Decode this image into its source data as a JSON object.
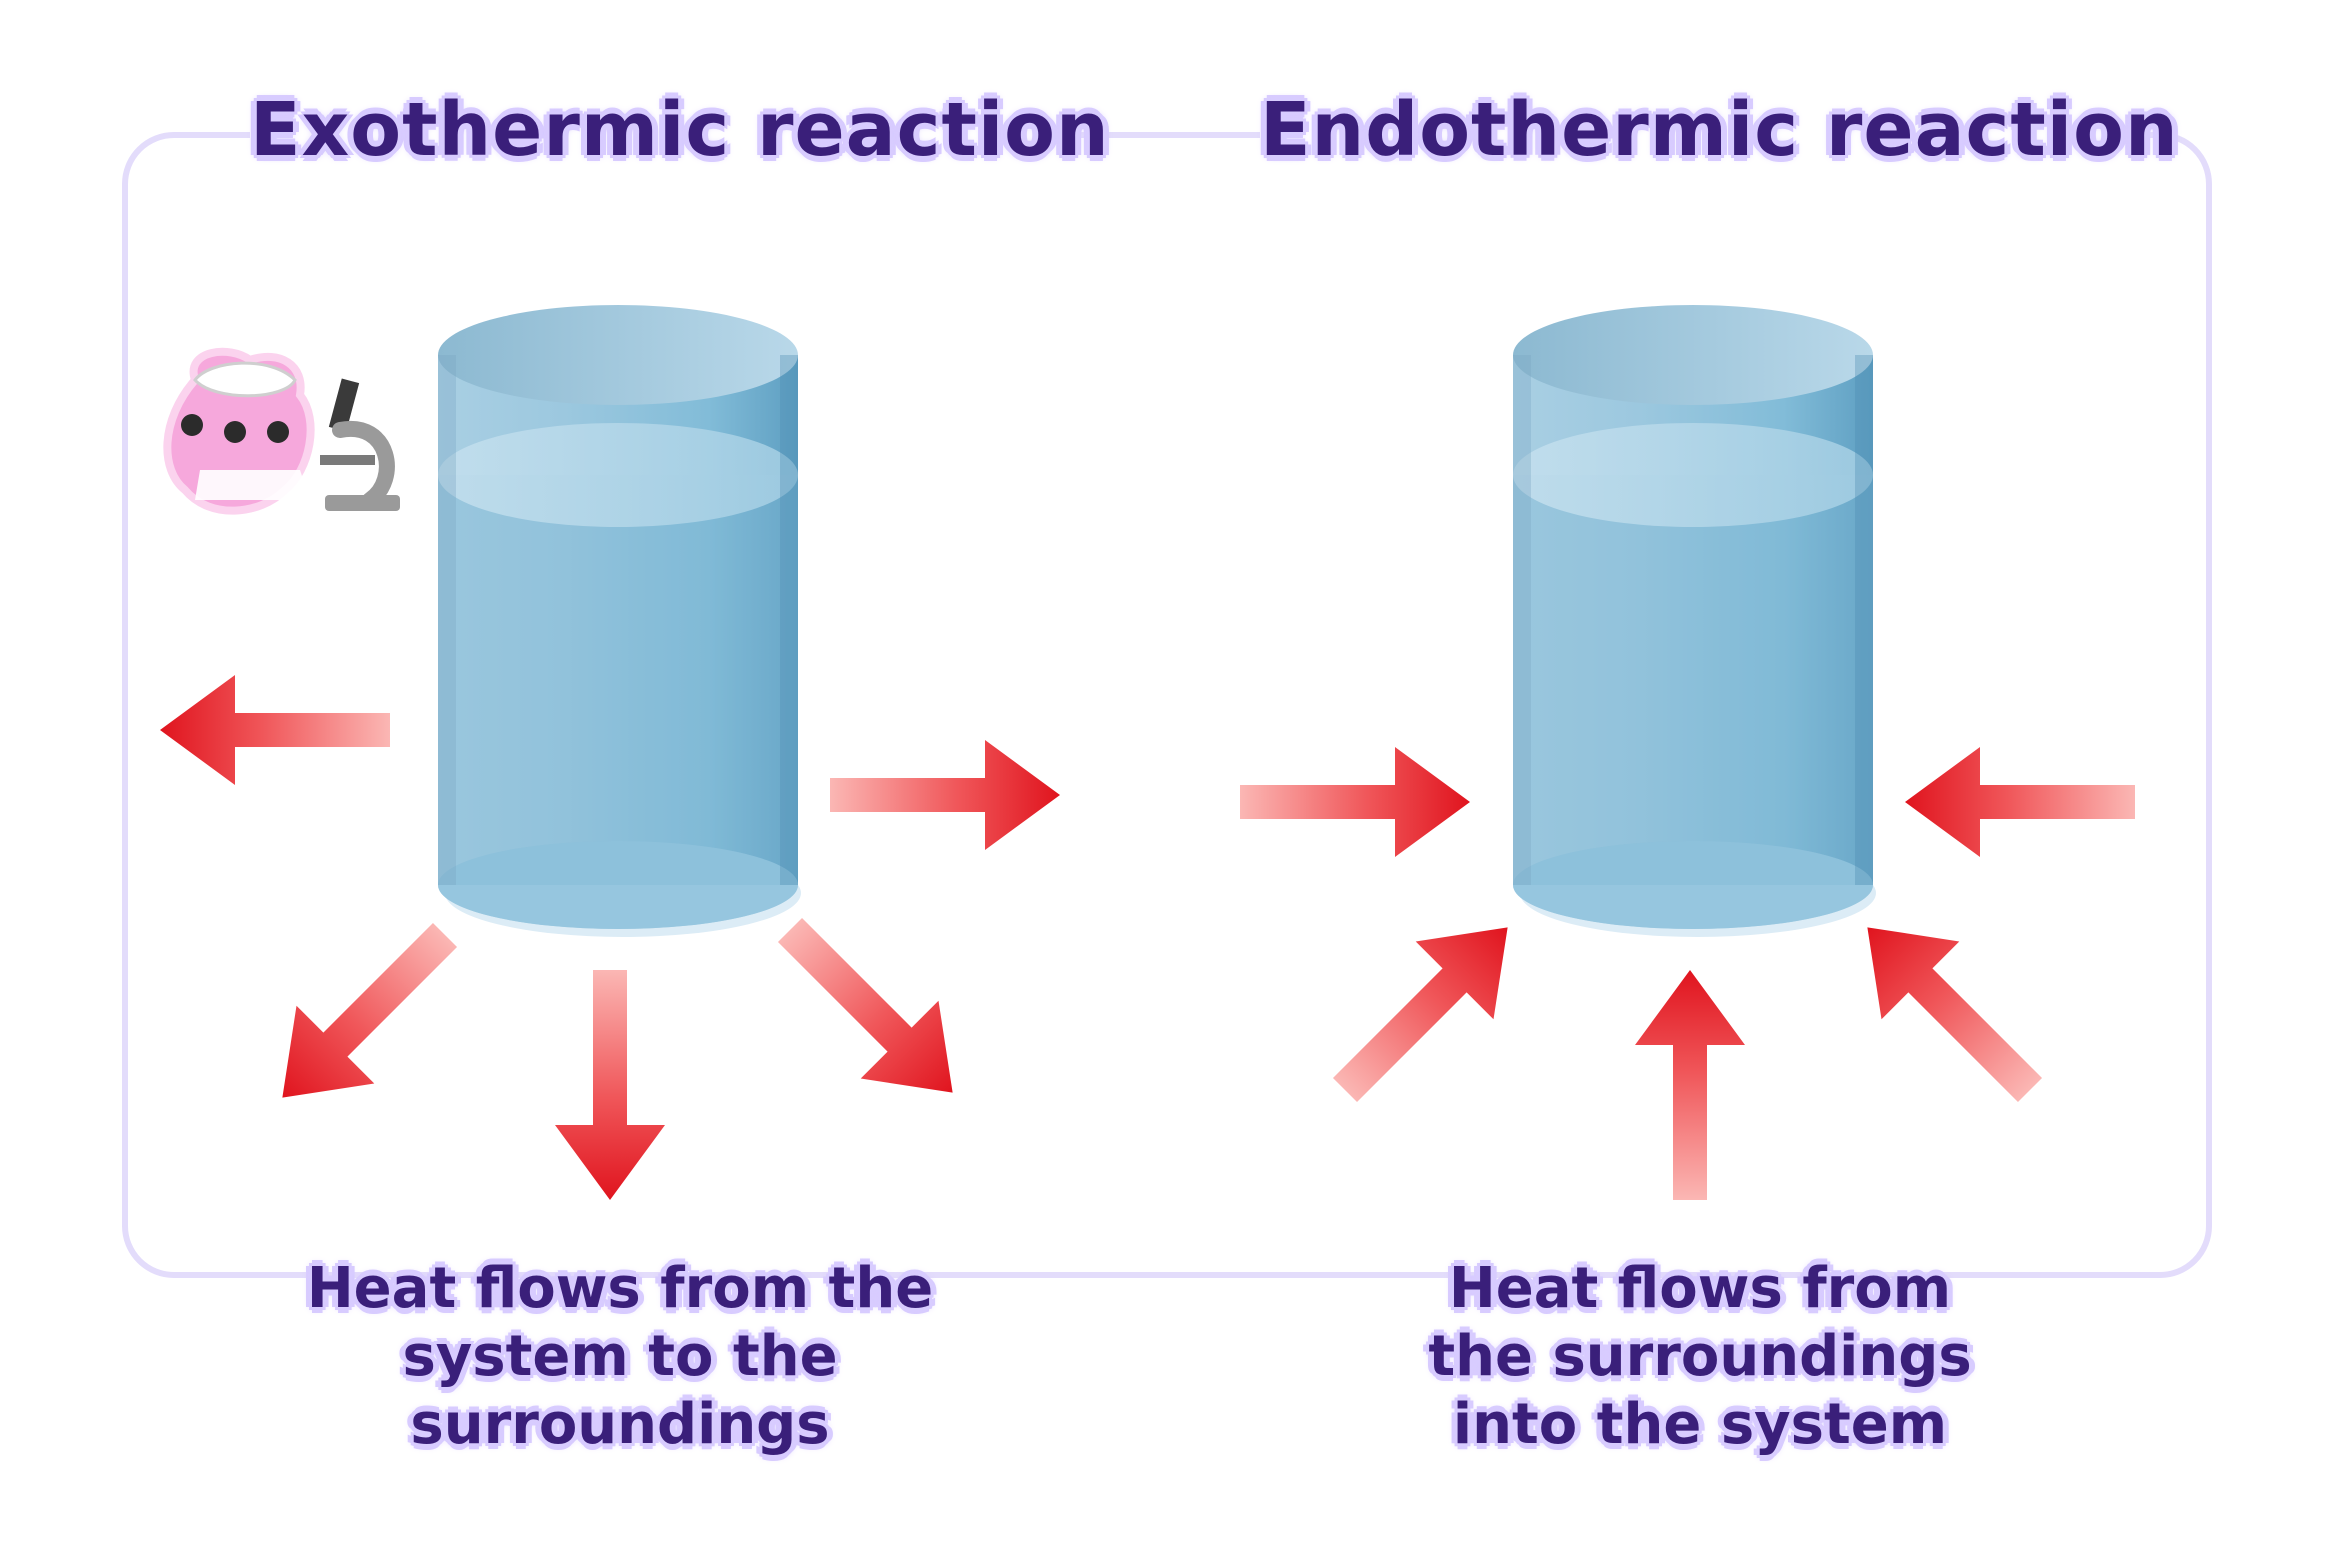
{
  "panels": [
    {
      "id": "exothermic",
      "title": "Exothermic reaction",
      "caption_lines": [
        "Heat flows from the",
        "system to the",
        "surroundings"
      ],
      "arrow_direction": "outward"
    },
    {
      "id": "endothermic",
      "title": "Endothermic reaction",
      "caption_lines": [
        "Heat flows from",
        "the surroundings",
        "into the system"
      ],
      "arrow_direction": "inward"
    }
  ],
  "colors": {
    "frame": "#e3dcfb",
    "label_text": "#3a1f7a",
    "label_outline": "#d8ccff",
    "arrow": "#e0141e",
    "arrow_tail": "#fbb7b4",
    "beaker": "#7fb6d3",
    "mascot": "#f6a8dc"
  },
  "icons": [
    "beaker-icon",
    "arrow-icon",
    "mascot-scientist-icon",
    "microscope-icon"
  ]
}
